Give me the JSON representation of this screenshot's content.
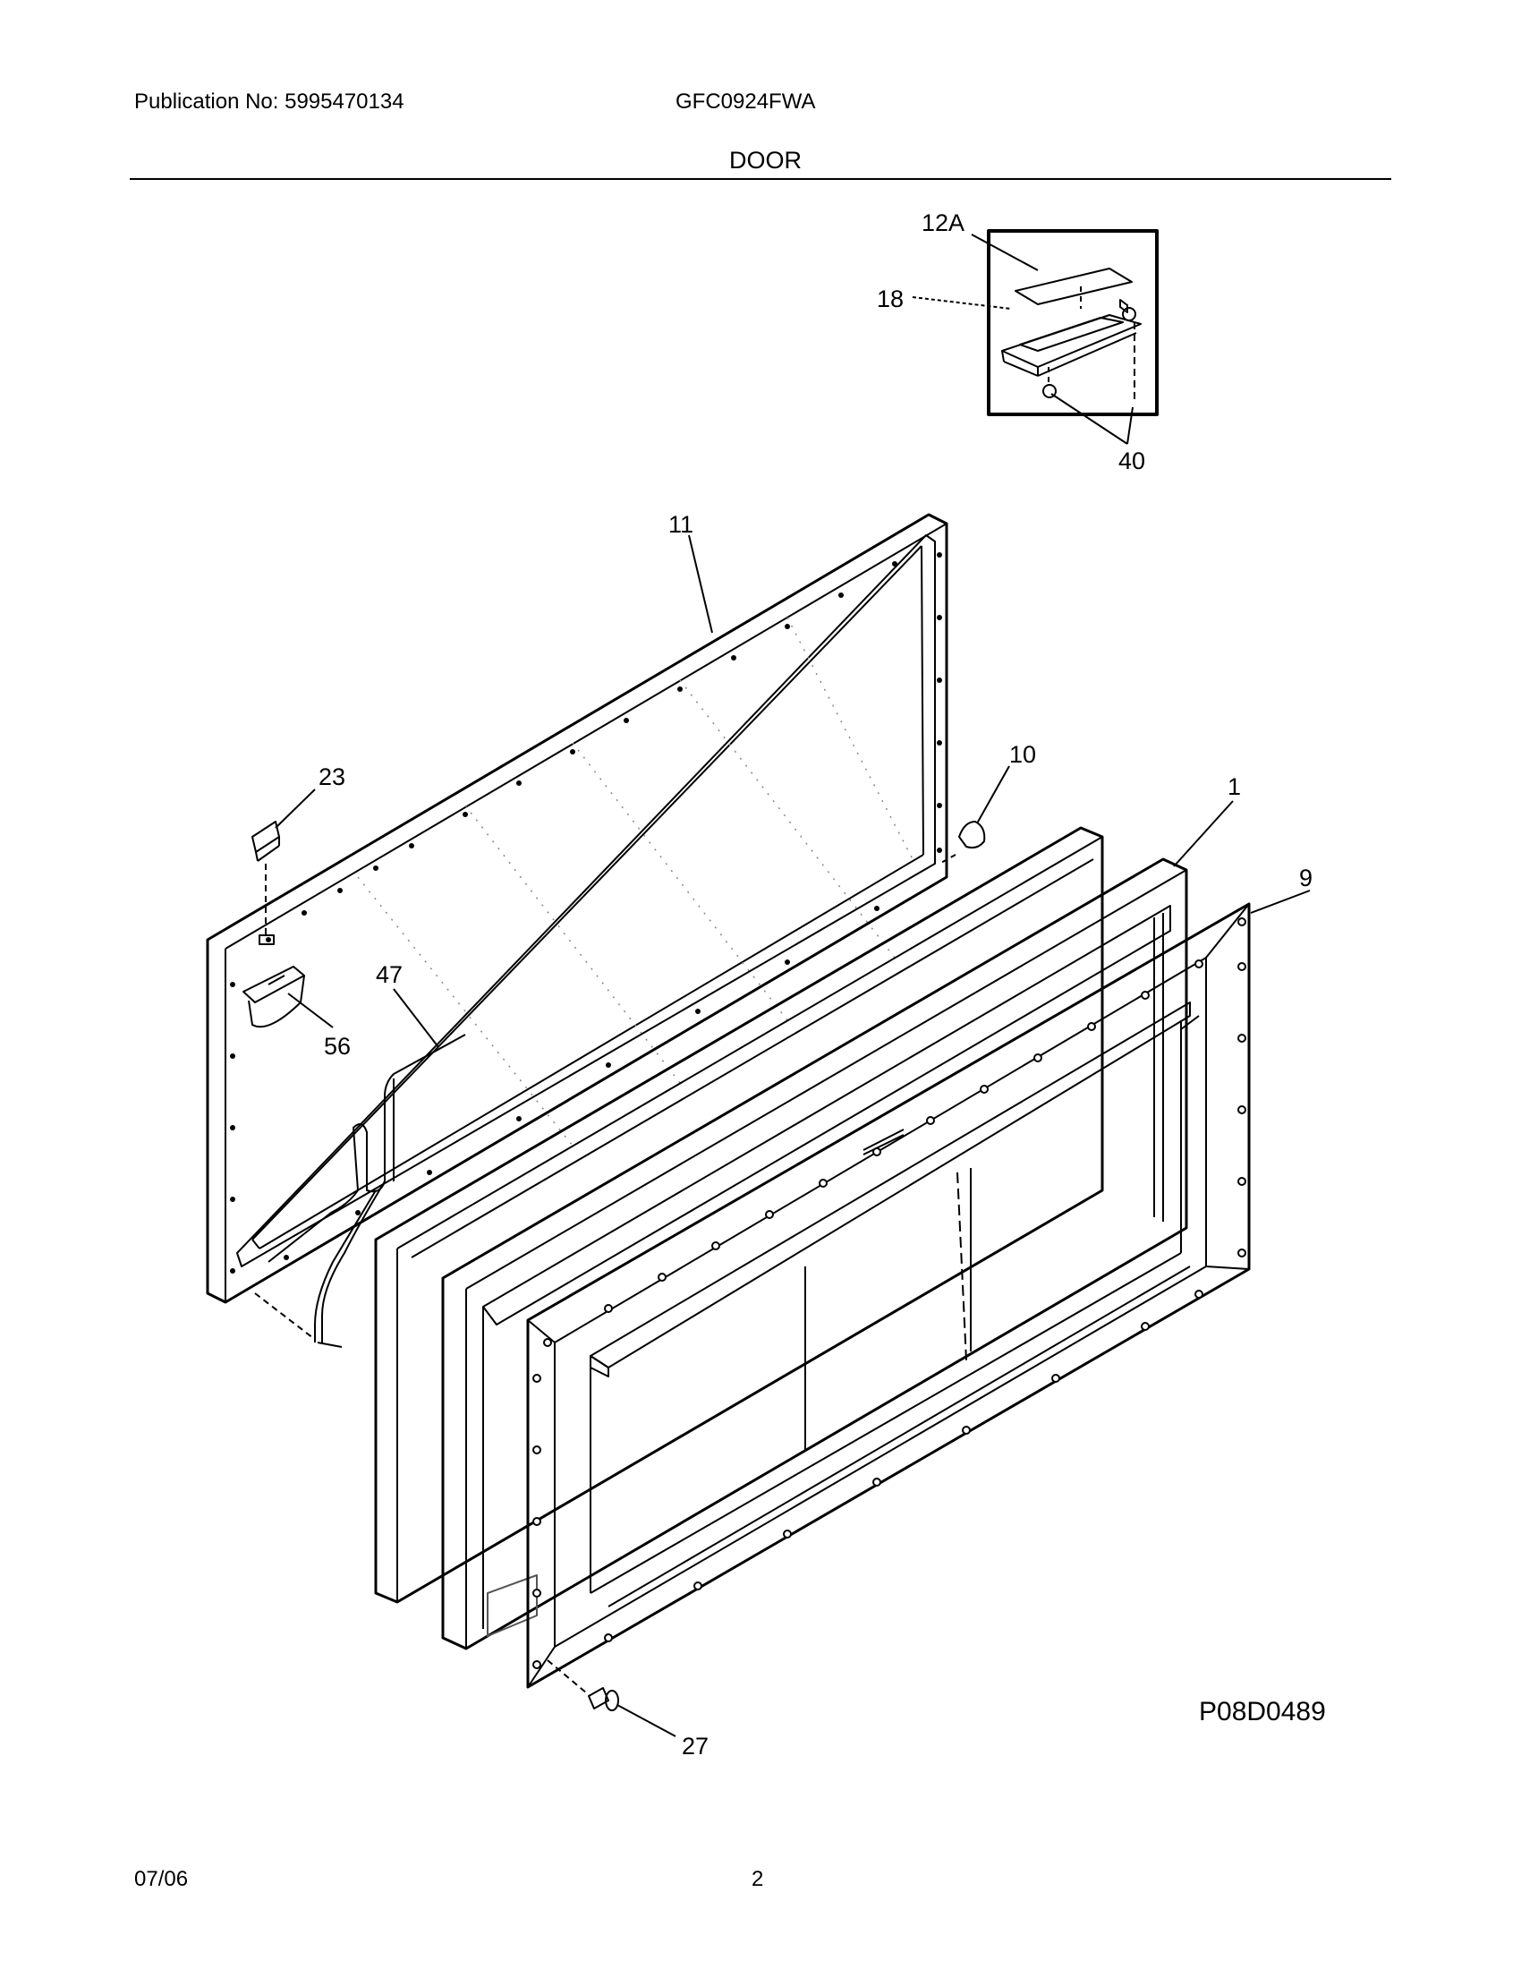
{
  "header": {
    "publication": "Publication No: 5995470134",
    "model": "GFC0924FWA",
    "section": "DOOR"
  },
  "callouts": {
    "c12A": "12A",
    "c18": "18",
    "c40": "40",
    "c11": "11",
    "c23": "23",
    "c10": "10",
    "c1": "1",
    "c9": "9",
    "c47": "47",
    "c56": "56",
    "c27": "27"
  },
  "drawing_id": "P08D0489",
  "footer": {
    "date": "07/06",
    "page": "2"
  }
}
